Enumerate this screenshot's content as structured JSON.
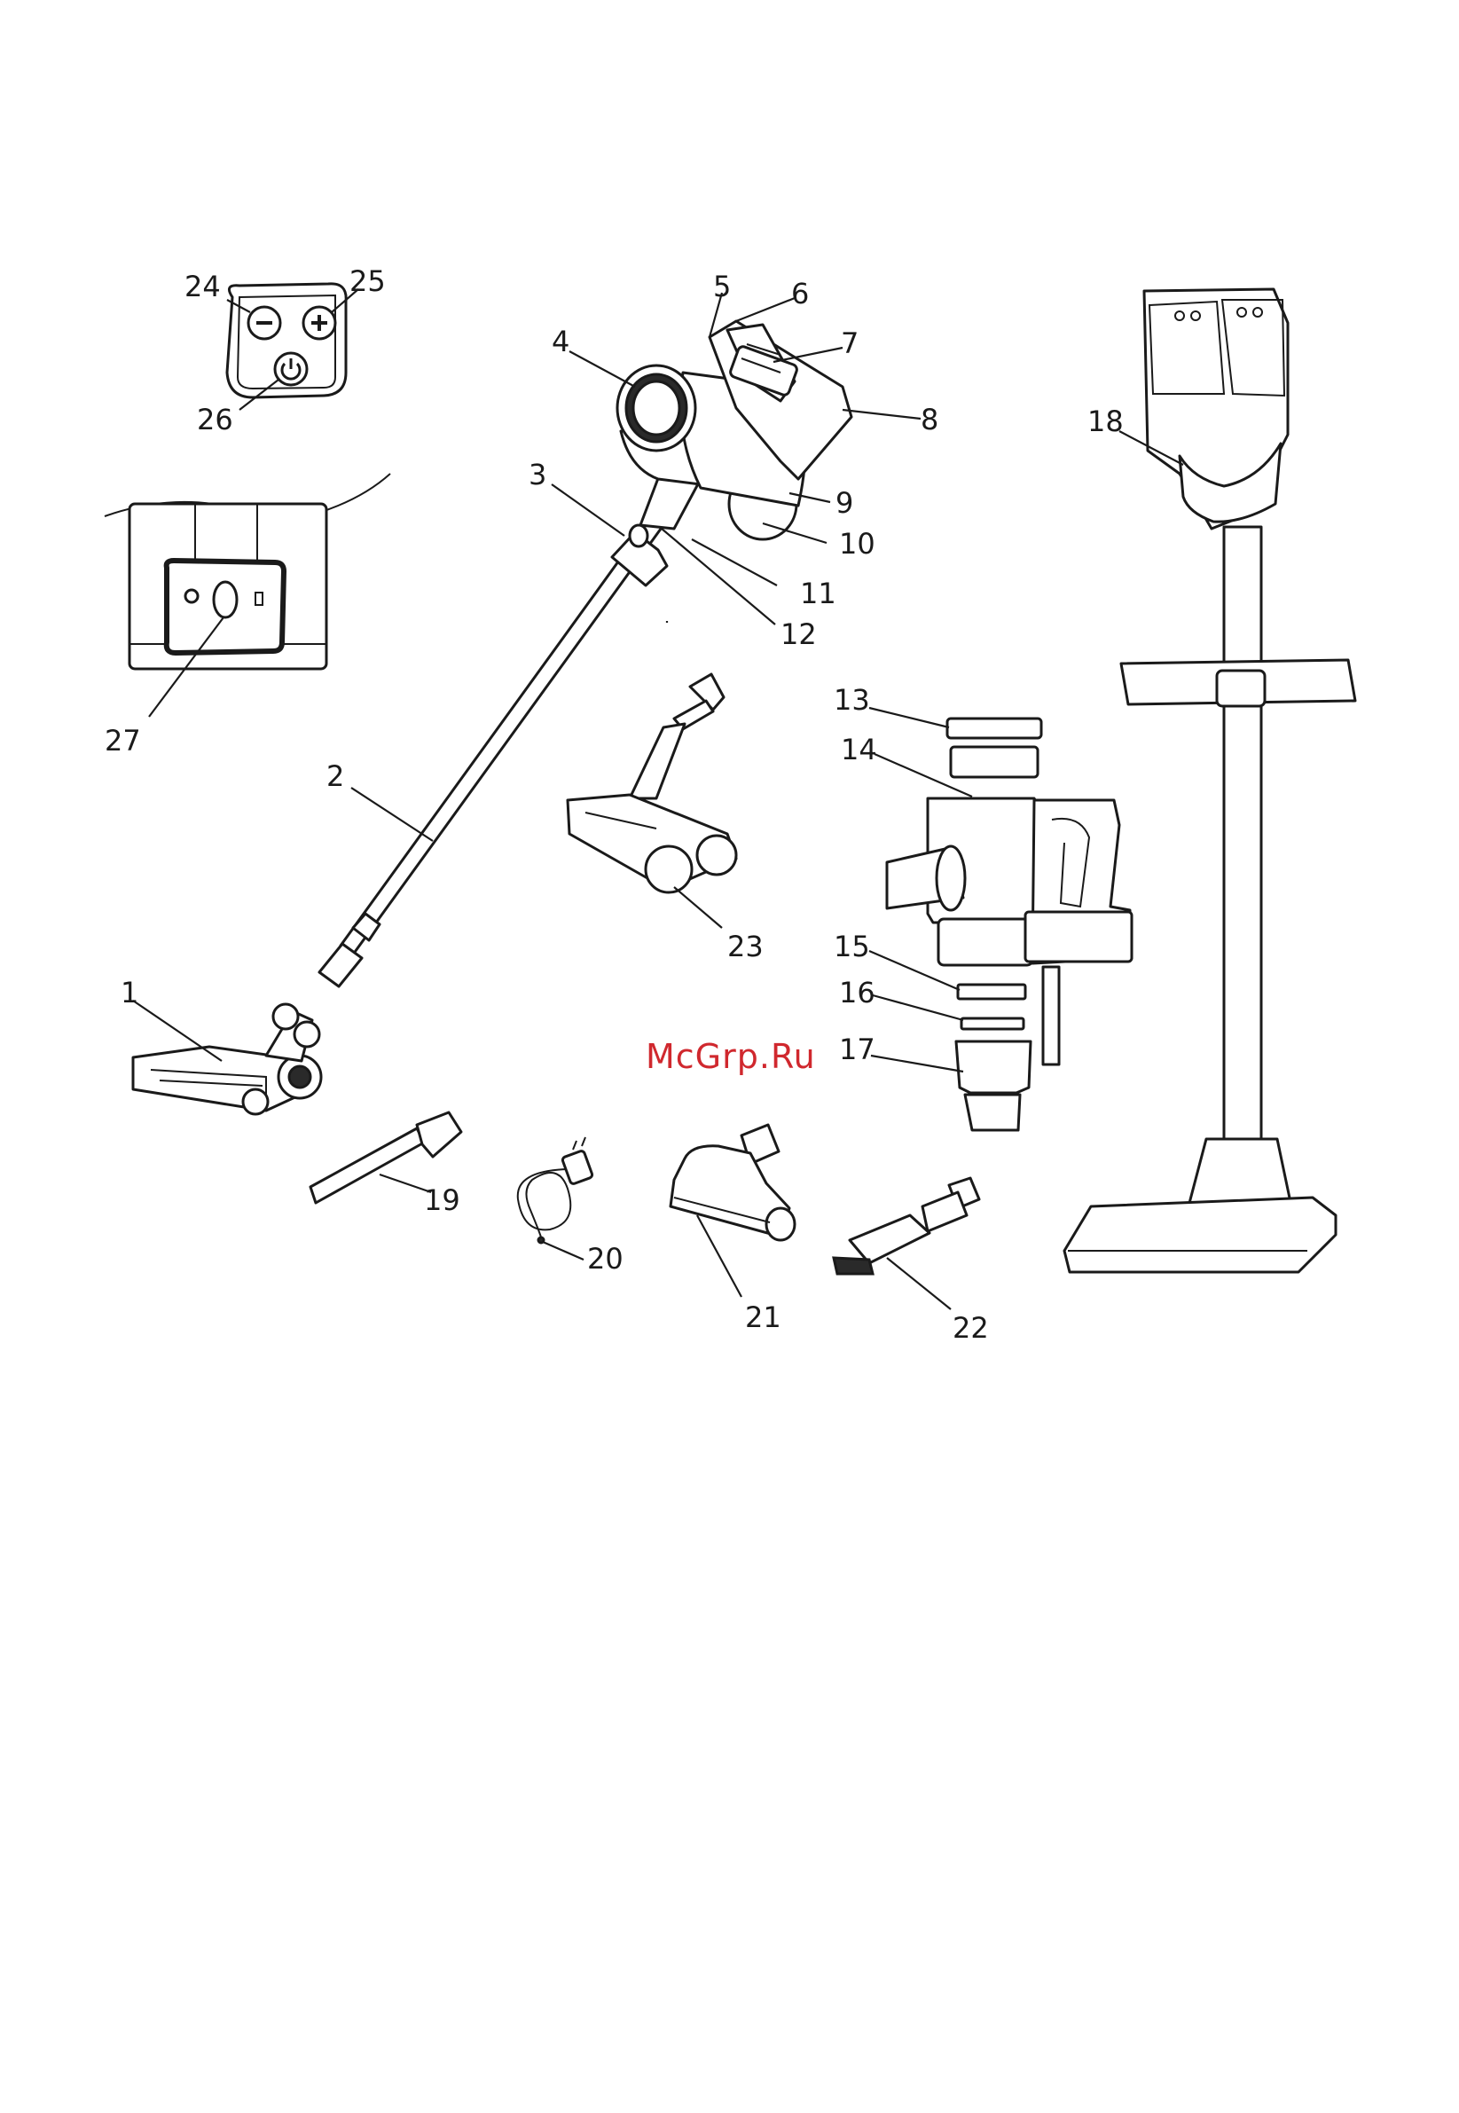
{
  "watermark": "McGrp.Ru",
  "colors": {
    "ink": "#1a1a1a",
    "watermark": "#d0282e",
    "background": "#ffffff"
  },
  "labels": {
    "p1": "1",
    "p2": "2",
    "p3": "3",
    "p4": "4",
    "p5": "5",
    "p6": "6",
    "p7": "7",
    "p8": "8",
    "p9": "9",
    "p10": "10",
    "p11": "11",
    "p12": "12",
    "p13": "13",
    "p14": "14",
    "p15": "15",
    "p16": "16",
    "p17": "17",
    "p18": "18",
    "p19": "19",
    "p20": "20",
    "p21": "21",
    "p22": "22",
    "p23": "23",
    "p24": "24",
    "p25": "25",
    "p26": "26",
    "p27": "27"
  },
  "icons": {
    "minus_button": "minus-icon",
    "plus_button": "plus-icon",
    "power_button": "power-icon"
  }
}
